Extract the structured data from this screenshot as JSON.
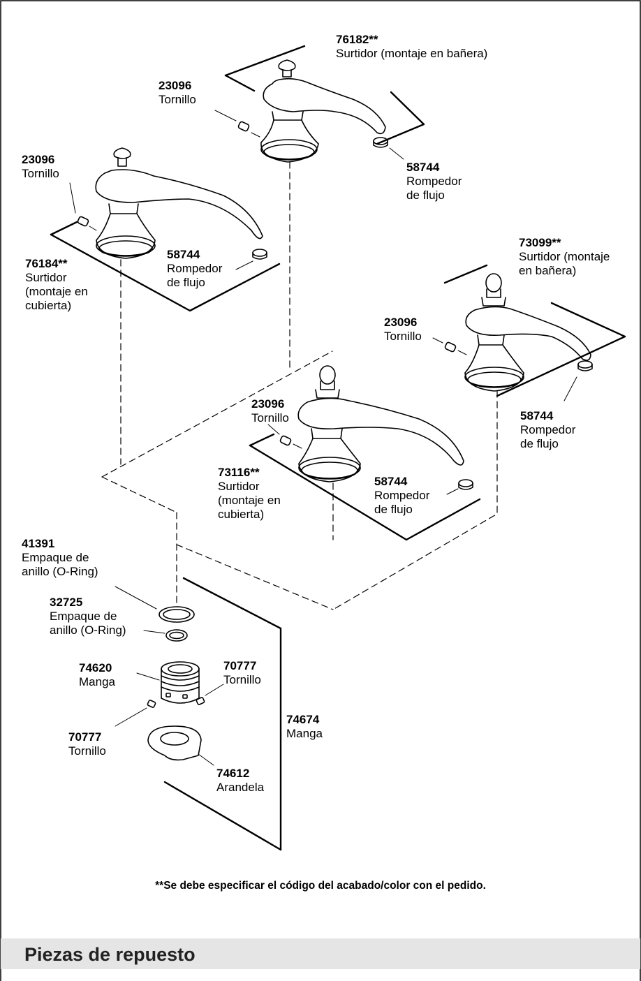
{
  "parts": {
    "spout_76182": {
      "number": "76182**",
      "description": "Surtidor (montaje en bañera)"
    },
    "screw_23096_a": {
      "number": "23096",
      "description": "Tornillo"
    },
    "aerator_58744_a": {
      "number": "58744",
      "description": "Rompedor\nde flujo"
    },
    "screw_23096_b": {
      "number": "23096",
      "description": "Tornillo"
    },
    "aerator_58744_b": {
      "number": "58744",
      "description": "Rompedor\nde flujo"
    },
    "spout_76184": {
      "number": "76184**",
      "description": "Surtidor\n(montaje en\ncubierta)"
    },
    "spout_73099": {
      "number": "73099**",
      "description": "Surtidor (montaje\nen bañera)"
    },
    "screw_23096_c": {
      "number": "23096",
      "description": "Tornillo"
    },
    "screw_23096_d": {
      "number": "23096",
      "description": "Tornillo"
    },
    "aerator_58744_c": {
      "number": "58744",
      "description": "Rompedor\nde flujo"
    },
    "spout_73116": {
      "number": "73116**",
      "description": "Surtidor\n(montaje en\ncubierta)"
    },
    "aerator_58744_d": {
      "number": "58744",
      "description": "Rompedor\nde flujo"
    },
    "oring_41391": {
      "number": "41391",
      "description": "Empaque de\nanillo (O-Ring)"
    },
    "oring_32725": {
      "number": "32725",
      "description": "Empaque de\nanillo (O-Ring)"
    },
    "sleeve_74620": {
      "number": "74620",
      "description": "Manga"
    },
    "screw_70777_a": {
      "number": "70777",
      "description": "Tornillo"
    },
    "sleeve_74674": {
      "number": "74674",
      "description": "Manga"
    },
    "screw_70777_b": {
      "number": "70777",
      "description": "Tornillo"
    },
    "washer_74612": {
      "number": "74612",
      "description": "Arandela"
    }
  },
  "footnote": "**Se debe especificar el código del acabado/color con el pedido.",
  "section_title": "Piezas de repuesto",
  "colors": {
    "line": "#000000",
    "section_bar": "#e5e5e5"
  }
}
